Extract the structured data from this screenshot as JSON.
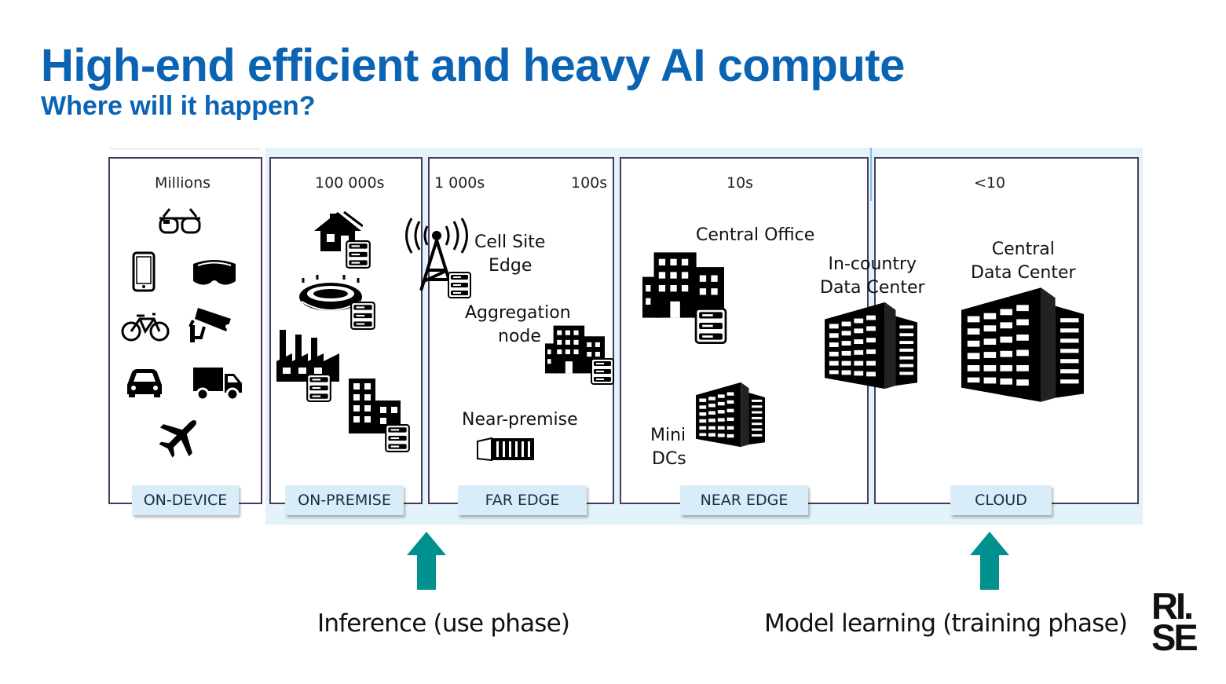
{
  "slide": {
    "title": "High-end efficient and heavy AI compute",
    "subtitle": "Where will it happen?"
  },
  "tiers": [
    {
      "id": "on-device",
      "label": "ON-DEVICE",
      "counts": [
        "Millions"
      ]
    },
    {
      "id": "on-premise",
      "label": "ON-PREMISE",
      "counts": [
        "100 000s"
      ]
    },
    {
      "id": "far-edge",
      "label": "FAR EDGE",
      "counts": [
        "1 000s",
        "100s"
      ]
    },
    {
      "id": "near-edge",
      "label": "NEAR EDGE",
      "counts": [
        "10s"
      ]
    },
    {
      "id": "cloud",
      "label": "CLOUD",
      "counts": [
        "<10"
      ]
    }
  ],
  "locations": {
    "cell_site_edge": "Cell Site\nEdge",
    "aggregation_node": "Aggregation\nnode",
    "near_premise": "Near-premise",
    "central_office": "Central Office",
    "mini_dcs": "Mini\nDCs",
    "in_country_dc": "In-country\nData Center",
    "central_dc": "Central\nData Center"
  },
  "phases": {
    "inference": "Inference (use phase)",
    "training": "Model learning (training phase)"
  },
  "logo": {
    "line1": "RI.",
    "line2": "SE"
  },
  "colors": {
    "title": "#0a63b3",
    "arrow": "#00918f",
    "tier_bg": "#d9edf9",
    "band_bg": "#e3f3fc"
  },
  "icons": [
    "smart-glasses-icon",
    "phone-icon",
    "vr-headset-icon",
    "bicycle-icon",
    "security-camera-icon",
    "car-icon",
    "truck-icon",
    "airplane-icon",
    "house-icon",
    "stadium-icon",
    "factory-icon",
    "office-building-icon",
    "cell-tower-icon",
    "server-stack-icon",
    "data-center-icon",
    "container-dc-icon"
  ]
}
